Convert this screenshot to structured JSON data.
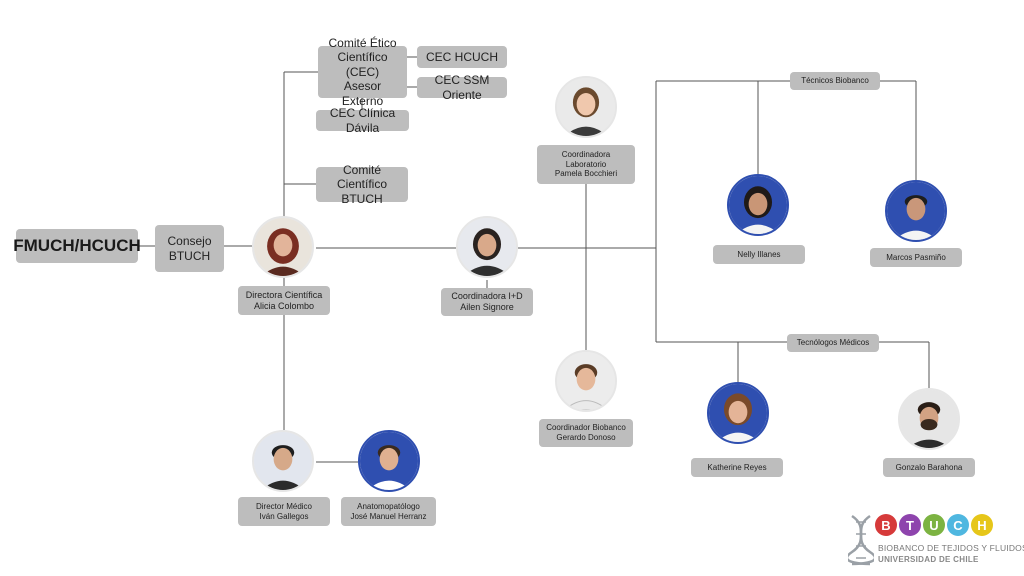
{
  "boxes": {
    "fmuch": "FMUCH/HCUCH",
    "consejo": [
      "Consejo",
      "BTUCH"
    ],
    "comite_etico": [
      "Comité Ético",
      "Científico (CEC)",
      "Asesor Externo"
    ],
    "cec_hcuch": "CEC HCUCH",
    "cec_ssm": "CEC SSM Oriente",
    "cec_davila": "CEC Clínica Dávila",
    "comite_cientifico": [
      "Comité Científico",
      "BTUCH"
    ],
    "directora": [
      "Directora Científica",
      "Alicia Colombo"
    ],
    "coord_id": [
      "Coordinadora I+D",
      "Ailen Signore"
    ],
    "coord_lab": [
      "Coordinadora",
      "Laboratorio",
      "Pamela Bocchieri"
    ],
    "coord_biobanco": [
      "Coordinador Biobanco",
      "Gerardo Donoso"
    ],
    "director_medico": [
      "Director Médico",
      "Iván Gallegos"
    ],
    "anatomopatologo": [
      "Anatomopatólogo",
      "José Manuel Herranz"
    ],
    "tecnicos": "Técnicos Biobanco",
    "tecnologos": "Tecnólogos Médicos",
    "nelly": "Nelly Illanes",
    "marcos": "Marcos Pasmiño",
    "katherine": "Katherine Reyes",
    "gonzalo": "Gonzalo Barahona"
  },
  "logo": {
    "letters": [
      "B",
      "T",
      "U",
      "C",
      "H"
    ],
    "letter_colors": [
      "#d63a3a",
      "#8e44ad",
      "#7cb342",
      "#4fb7e0",
      "#e6c619"
    ],
    "line1": "BIOBANCO DE TEJIDOS Y FLUIDOS",
    "line2": "UNIVERSIDAD DE CHILE"
  },
  "colors": {
    "box": "#bdbdbd",
    "line": "#555555",
    "frame_blue": "#2f4fb0"
  }
}
